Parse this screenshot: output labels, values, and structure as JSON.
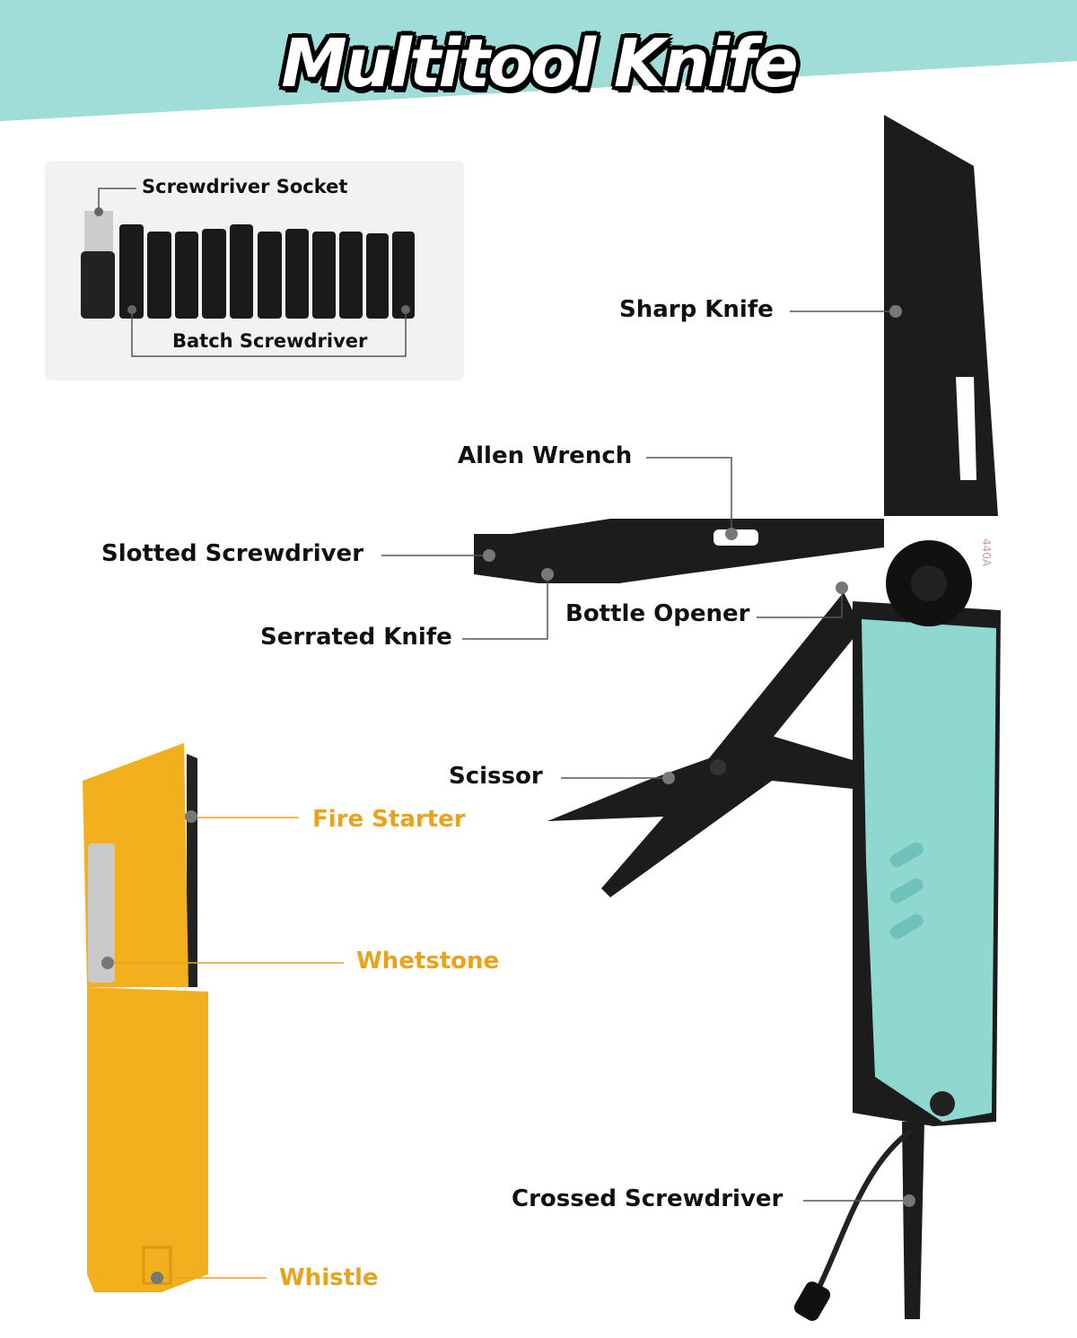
{
  "title": "Multitool Knife",
  "colors": {
    "band": "#a1ddd8",
    "accent": "#e8a21c",
    "handle": "#8fd8d0",
    "blade": "#1c1c1c"
  },
  "bits_panel": {
    "socket_label": "Screwdriver Socket",
    "batch_label": "Batch Screwdriver"
  },
  "blade_marking": "440A",
  "labels": {
    "sharp_knife": "Sharp Knife",
    "allen_wrench": "Allen Wrench",
    "slotted_screwdriver": "Slotted Screwdriver",
    "serrated_knife": "Serrated Knife",
    "bottle_opener": "Bottle Opener",
    "scissor": "Scissor",
    "fire_starter": "Fire Starter",
    "whetstone": "Whetstone",
    "crossed_screwdriver": "Crossed Screwdriver",
    "whistle": "Whistle"
  }
}
